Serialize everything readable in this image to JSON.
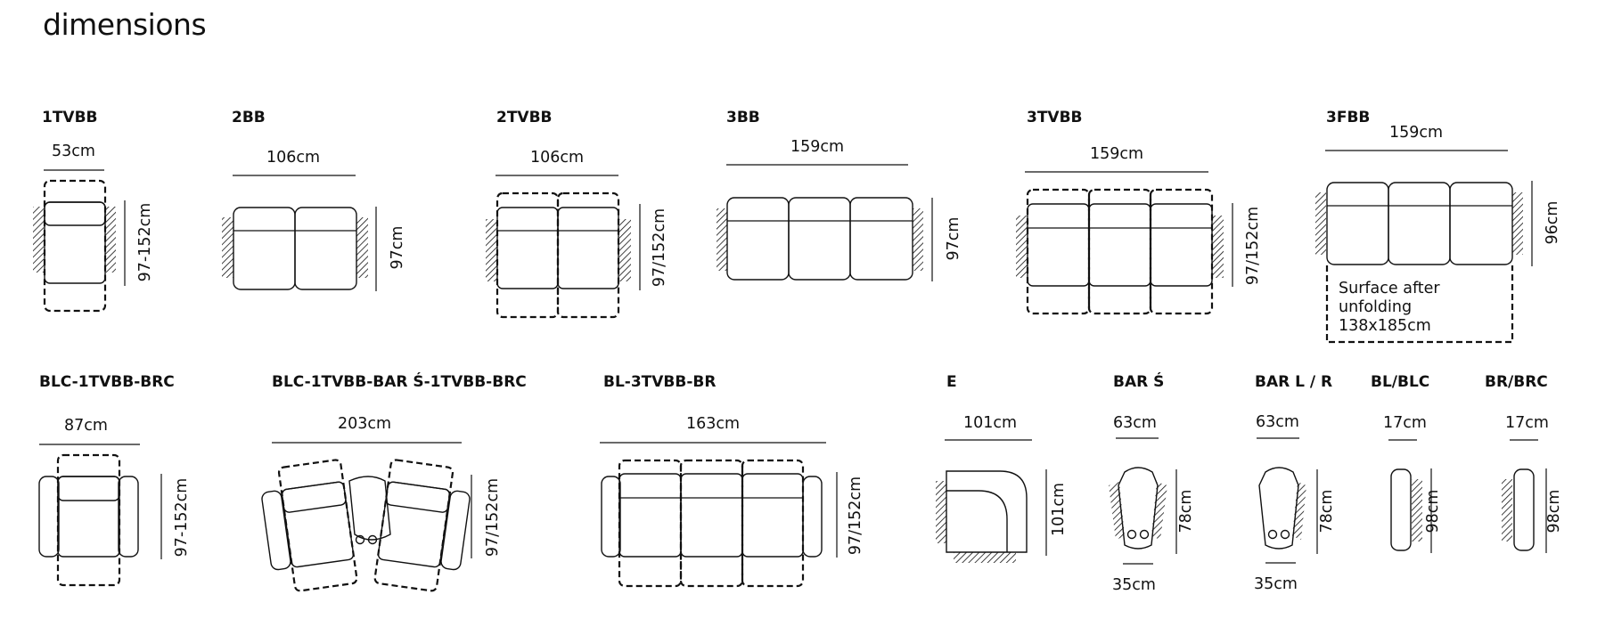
{
  "page_title": "dimensions",
  "products": [
    {
      "label": "1TVBB",
      "width": "53cm",
      "height": "97-152cm"
    },
    {
      "label": "2BB",
      "width": "106cm",
      "height": "97cm"
    },
    {
      "label": "2TVBB",
      "width": "106cm",
      "height": "97/152cm"
    },
    {
      "label": "3BB",
      "width": "159cm",
      "height": "97cm"
    },
    {
      "label": "3TVBB",
      "width": "159cm",
      "height": "97/152cm"
    },
    {
      "label": "3FBB",
      "width": "159cm",
      "height": "96cm",
      "note": [
        "Surface after",
        "unfolding",
        "138x185cm"
      ]
    },
    {
      "label": "BLC-1TVBB-BRC",
      "width": "87cm",
      "height": "97-152cm"
    },
    {
      "label": "BLC-1TVBB-BAR Ś-1TVBB-BRC",
      "width": "203cm",
      "height": "97/152cm"
    },
    {
      "label": "BL-3TVBB-BR",
      "width": "163cm",
      "height": "97/152cm"
    },
    {
      "label": "E",
      "width": "101cm",
      "height": "101cm"
    },
    {
      "label": "BAR Ś",
      "width": "63cm",
      "height": "78cm",
      "bottom": "35cm"
    },
    {
      "label": "BAR L / R",
      "width": "63cm",
      "height": "78cm",
      "bottom": "35cm"
    },
    {
      "label": "BL/BLC",
      "width": "17cm",
      "height": "98cm"
    },
    {
      "label": "BR/BRC",
      "width": "17cm",
      "height": "98cm"
    }
  ]
}
